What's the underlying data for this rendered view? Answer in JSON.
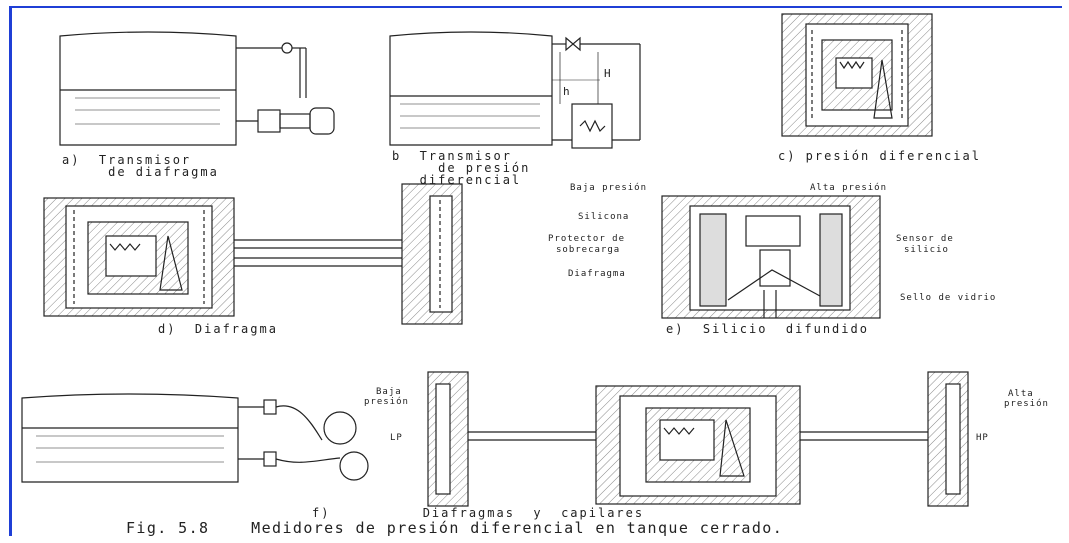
{
  "captions": {
    "a": [
      "a)  Transmisor",
      "     de diafragma"
    ],
    "b": [
      "b  Transmisor",
      "     de presión",
      "   diferencial"
    ],
    "c": "c) presión diferencial",
    "d": "d)  Diafragma",
    "e": "e)  Silicio  difundido",
    "f": "f)          Diafragmas  y  capilares"
  },
  "labels_b": {
    "H": "H",
    "h": "h"
  },
  "labels_e": {
    "baja": "Baja presión",
    "alta": "Alta presión",
    "silicona": "Silicona",
    "protector": [
      "Protector de",
      "sobrecarga"
    ],
    "sensor": [
      "Sensor de",
      "silicio"
    ],
    "diafragma": "Diafragma",
    "sello": "Sello de vidrio"
  },
  "labels_f": {
    "baja": [
      "Baja",
      "presión"
    ],
    "alta": [
      "Alta",
      "presión"
    ],
    "lp": "LP",
    "hp": "HP"
  },
  "figure_caption": "Fig. 5.8    Medidores de presión diferencial en tanque cerrado.",
  "colors": {
    "frame": "#1f3fd6",
    "ink": "#222222"
  }
}
